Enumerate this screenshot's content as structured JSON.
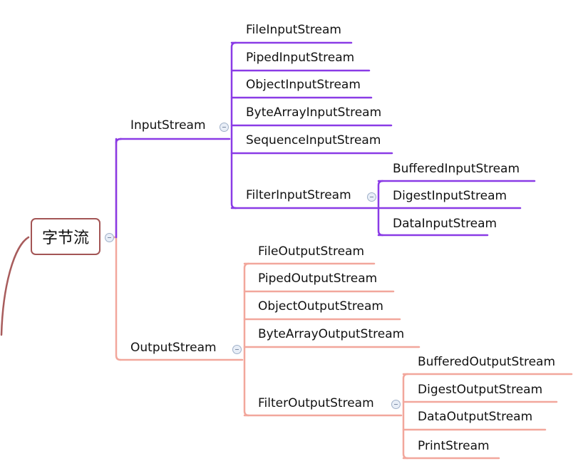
{
  "colors": {
    "input_branch": "#8a3be6",
    "output_branch": "#f2a79c",
    "root_border": "#a35555",
    "root_arrow": "#a85c5c"
  },
  "root": {
    "label": "字节流"
  },
  "input": {
    "label": "InputStream",
    "children": [
      "FileInputStream",
      "PipedInputStream",
      "ObjectInputStream",
      "ByteArrayInputStream",
      "SequenceInputStream"
    ],
    "filter": {
      "label": "FilterInputStream",
      "children": [
        "BufferedInputStream",
        "DigestInputStream",
        "DataInputStream"
      ]
    }
  },
  "output": {
    "label": "OutputStream",
    "children": [
      "FileOutputStream",
      "PipedOutputStream",
      "ObjectOutputStream",
      "ByteArrayOutputStream"
    ],
    "filter": {
      "label": "FilterOutputStream",
      "children": [
        "BufferedOutputStream",
        "DigestOutputStream",
        "DataOutputStream",
        "PrintStream"
      ]
    }
  }
}
